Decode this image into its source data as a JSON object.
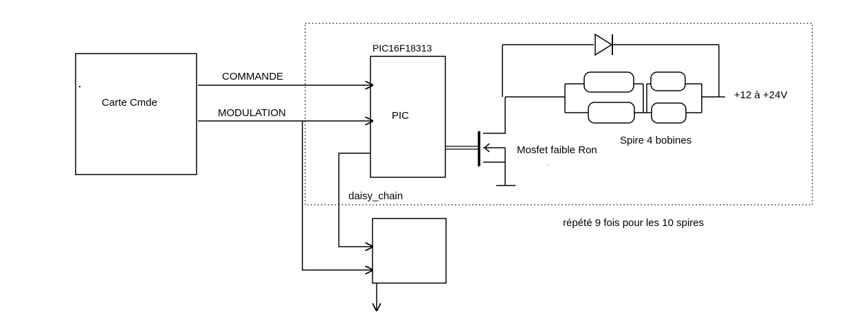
{
  "labels": {
    "carte": "Carte Cmde",
    "commande": "COMMANDE",
    "modulation": "MODULATION",
    "pic_chip": "PIC16F18313",
    "pic": "PIC",
    "daisy": "daisy_chain",
    "mosfet": "Mosfet faible Ron",
    "spire": "Spire 4 bobines",
    "supply": "+12 à +24V",
    "repeat": "répété 9 fois pour les 10 spires"
  }
}
